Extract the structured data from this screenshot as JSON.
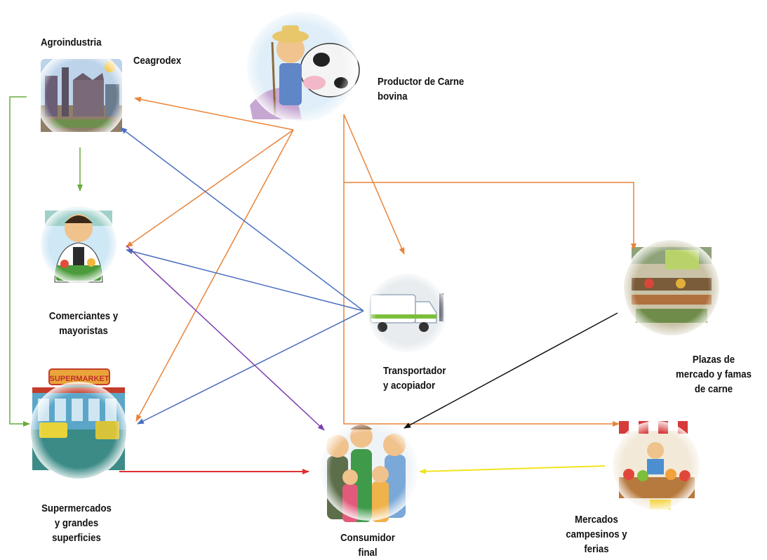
{
  "diagram": {
    "nodes": {
      "agroindustria": {
        "label": "Agroindustria",
        "icon": "factory-icon"
      },
      "ceagrodex": {
        "label": "Ceagrodex"
      },
      "productor": {
        "label_line1": "Productor de Carne",
        "label_line2": "bovina",
        "icon": "farmer-cow-icon"
      },
      "comerciantes": {
        "label_line1": "Comerciantes y",
        "label_line2": "mayoristas",
        "icon": "shopkeeper-icon"
      },
      "transportador": {
        "label_line1": "Transportador",
        "label_line2": "y acopiador",
        "icon": "truck-icon"
      },
      "plazas": {
        "label_line1": "Plazas de",
        "label_line2": "mercado y famas",
        "label_line3": "de carne",
        "icon": "market-hall-icon"
      },
      "supermercados": {
        "label_line1": "Supermercados",
        "label_line2": "y grandes",
        "label_line3": "superficies",
        "sign": "SUPERMARKET",
        "icon": "supermarket-icon"
      },
      "consumidor": {
        "label_line1": "Consumidor",
        "label_line2": "final",
        "icon": "family-icon"
      },
      "mercados": {
        "label_line1": "Mercados",
        "label_line2": "campesinos y",
        "label_line3": "ferias",
        "icon": "market-stall-icon"
      }
    },
    "colors": {
      "orange": "#e8843a",
      "blue": "#4a6fc0",
      "green": "#6aab3d",
      "purple": "#7b3fb0",
      "red": "#e03030",
      "yellow": "#f2e41f",
      "black": "#111111"
    }
  }
}
